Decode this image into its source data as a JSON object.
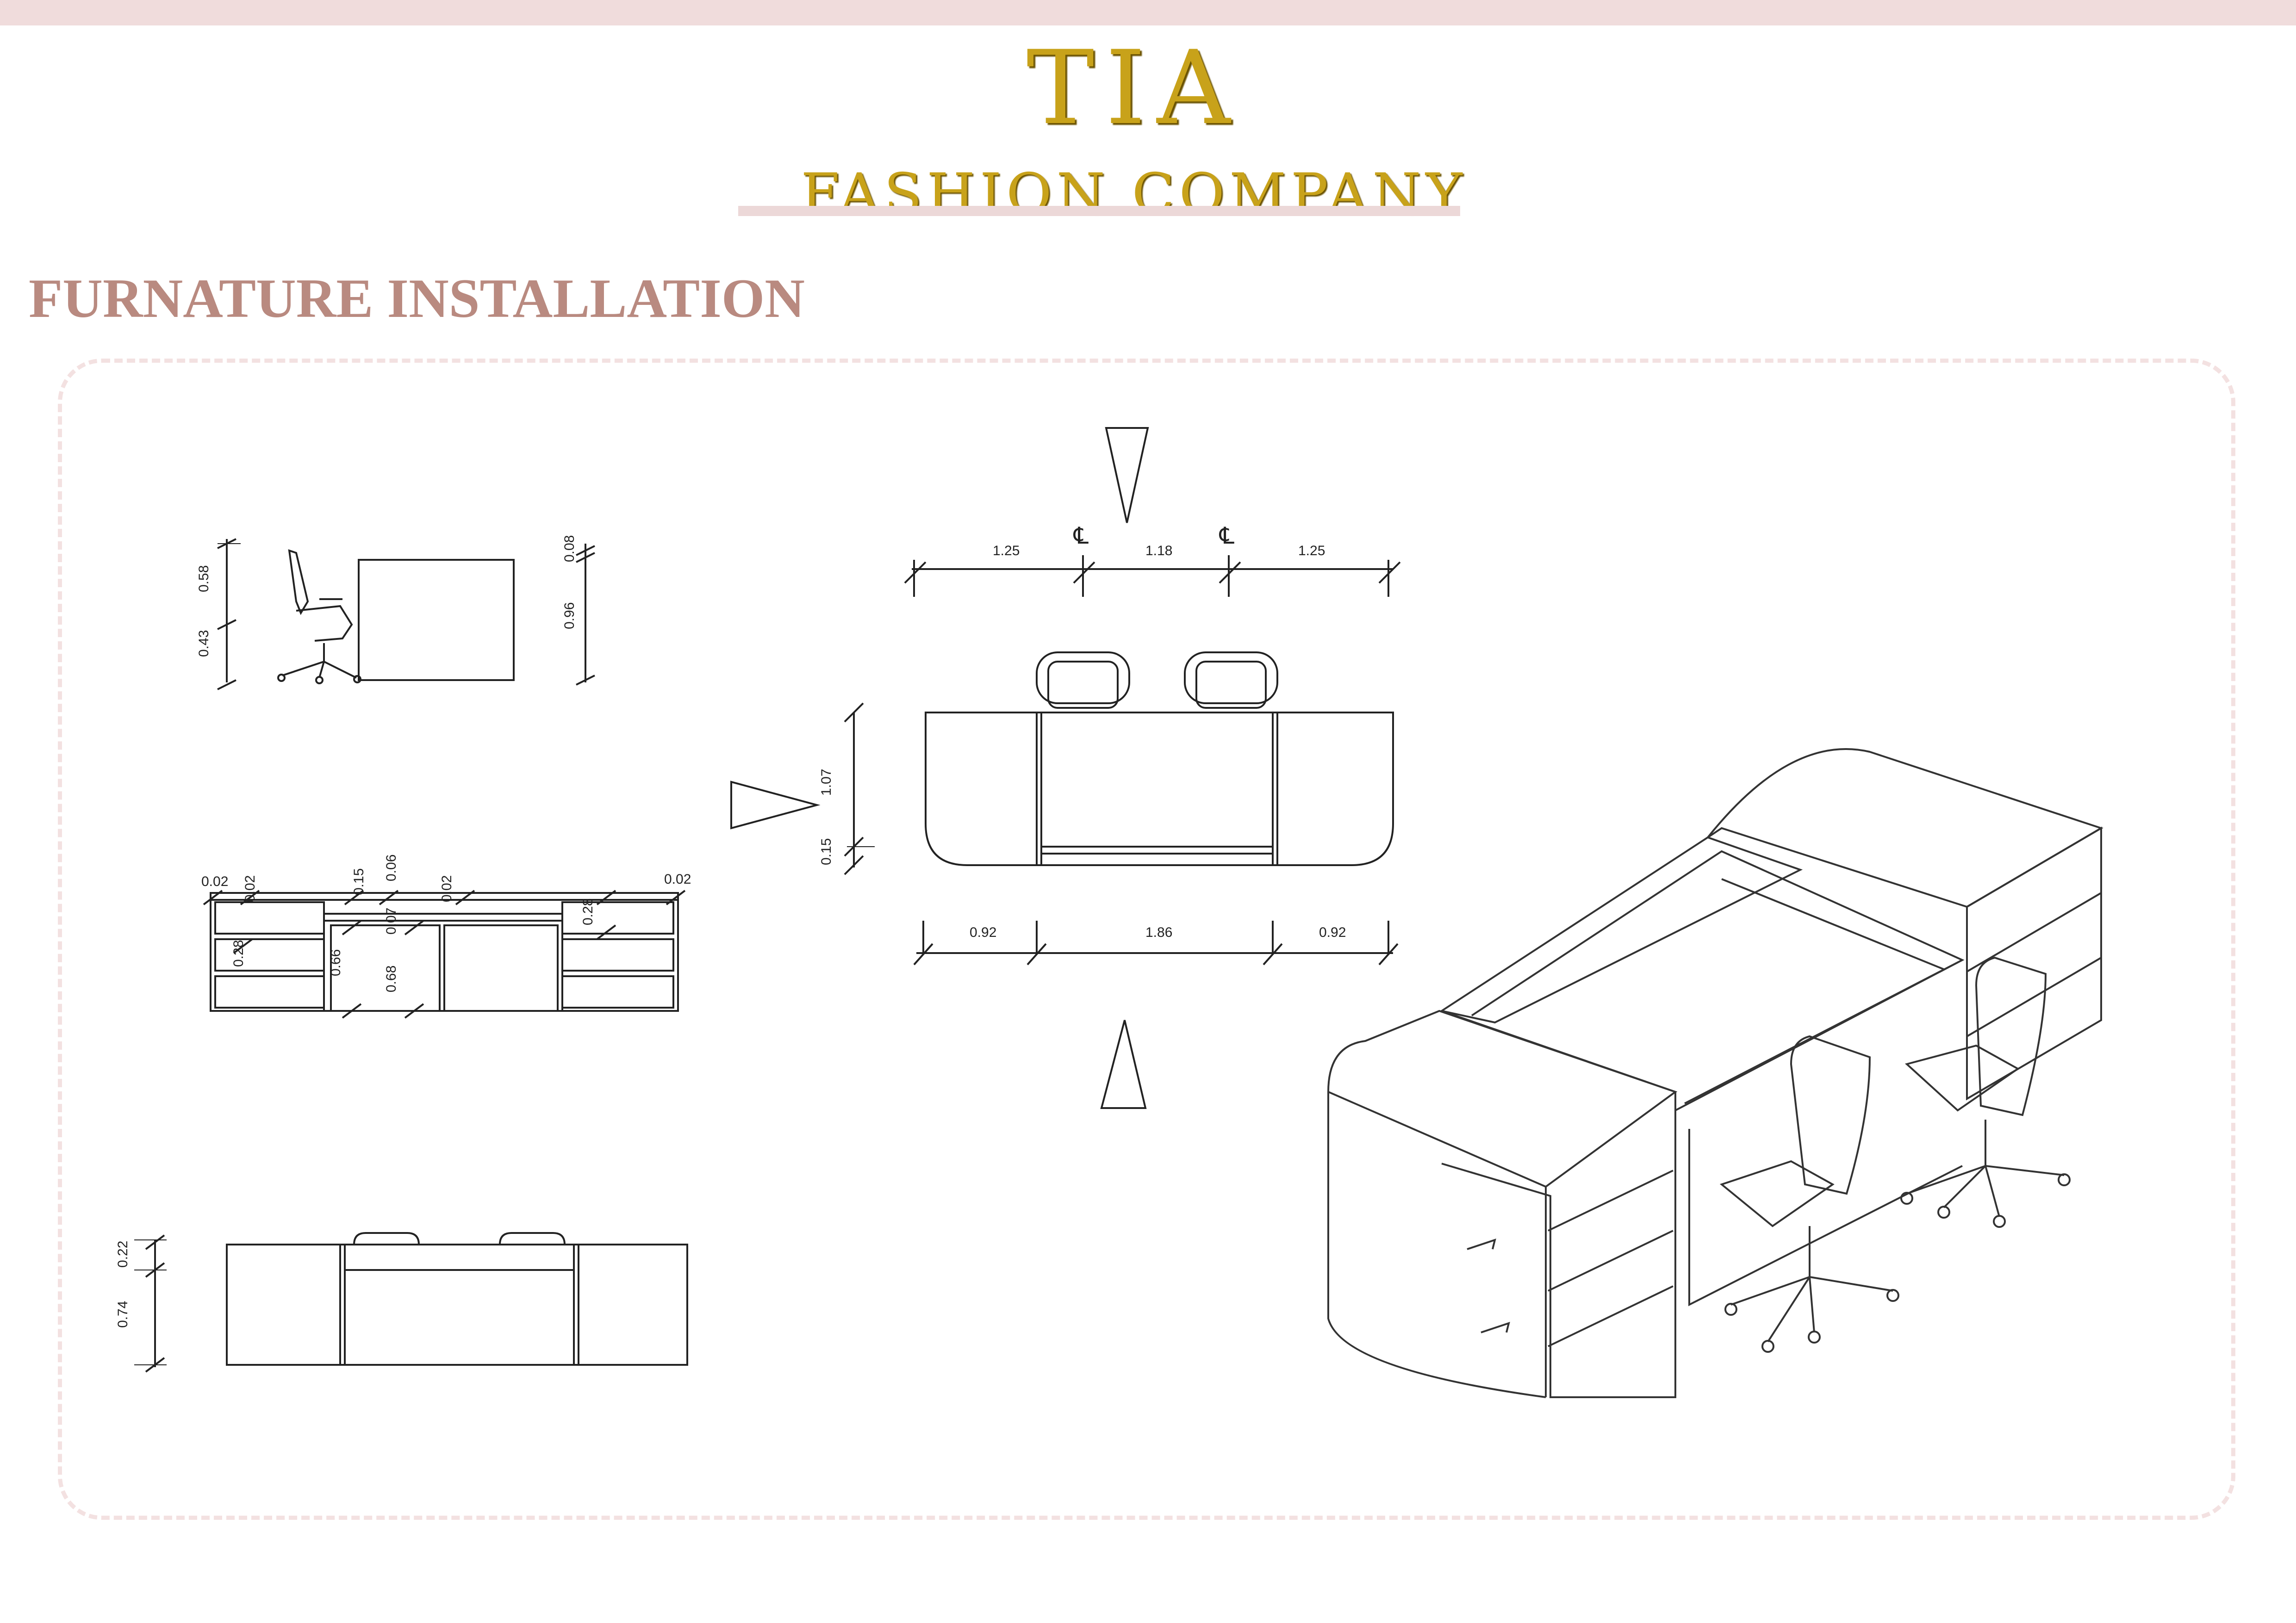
{
  "header": {
    "brand": "TIA",
    "subtitle": "FASHION COMPANY"
  },
  "section": {
    "title": "FURNATURE INSTALLATION"
  },
  "drawings": {
    "side_view": {
      "dims_left": [
        "0.58",
        "0.43"
      ],
      "dims_right": [
        "0.08",
        "0.96"
      ]
    },
    "elevation": {
      "dims": [
        "0.02",
        "0.02",
        "0.15",
        "0.06",
        "0.02",
        "0.07",
        "0.02",
        "0.28",
        "0.28",
        "0.66",
        "0.68"
      ]
    },
    "front_view": {
      "dims": [
        "0.22",
        "0.74"
      ]
    },
    "plan_view": {
      "top_dims": [
        "1.25",
        "1.18",
        "1.25"
      ],
      "centerline_marks": [
        "℄",
        "℄"
      ],
      "side_dims": [
        "1.07",
        "0.15"
      ],
      "bottom_dims": [
        "0.92",
        "1.86",
        "0.92"
      ]
    }
  }
}
